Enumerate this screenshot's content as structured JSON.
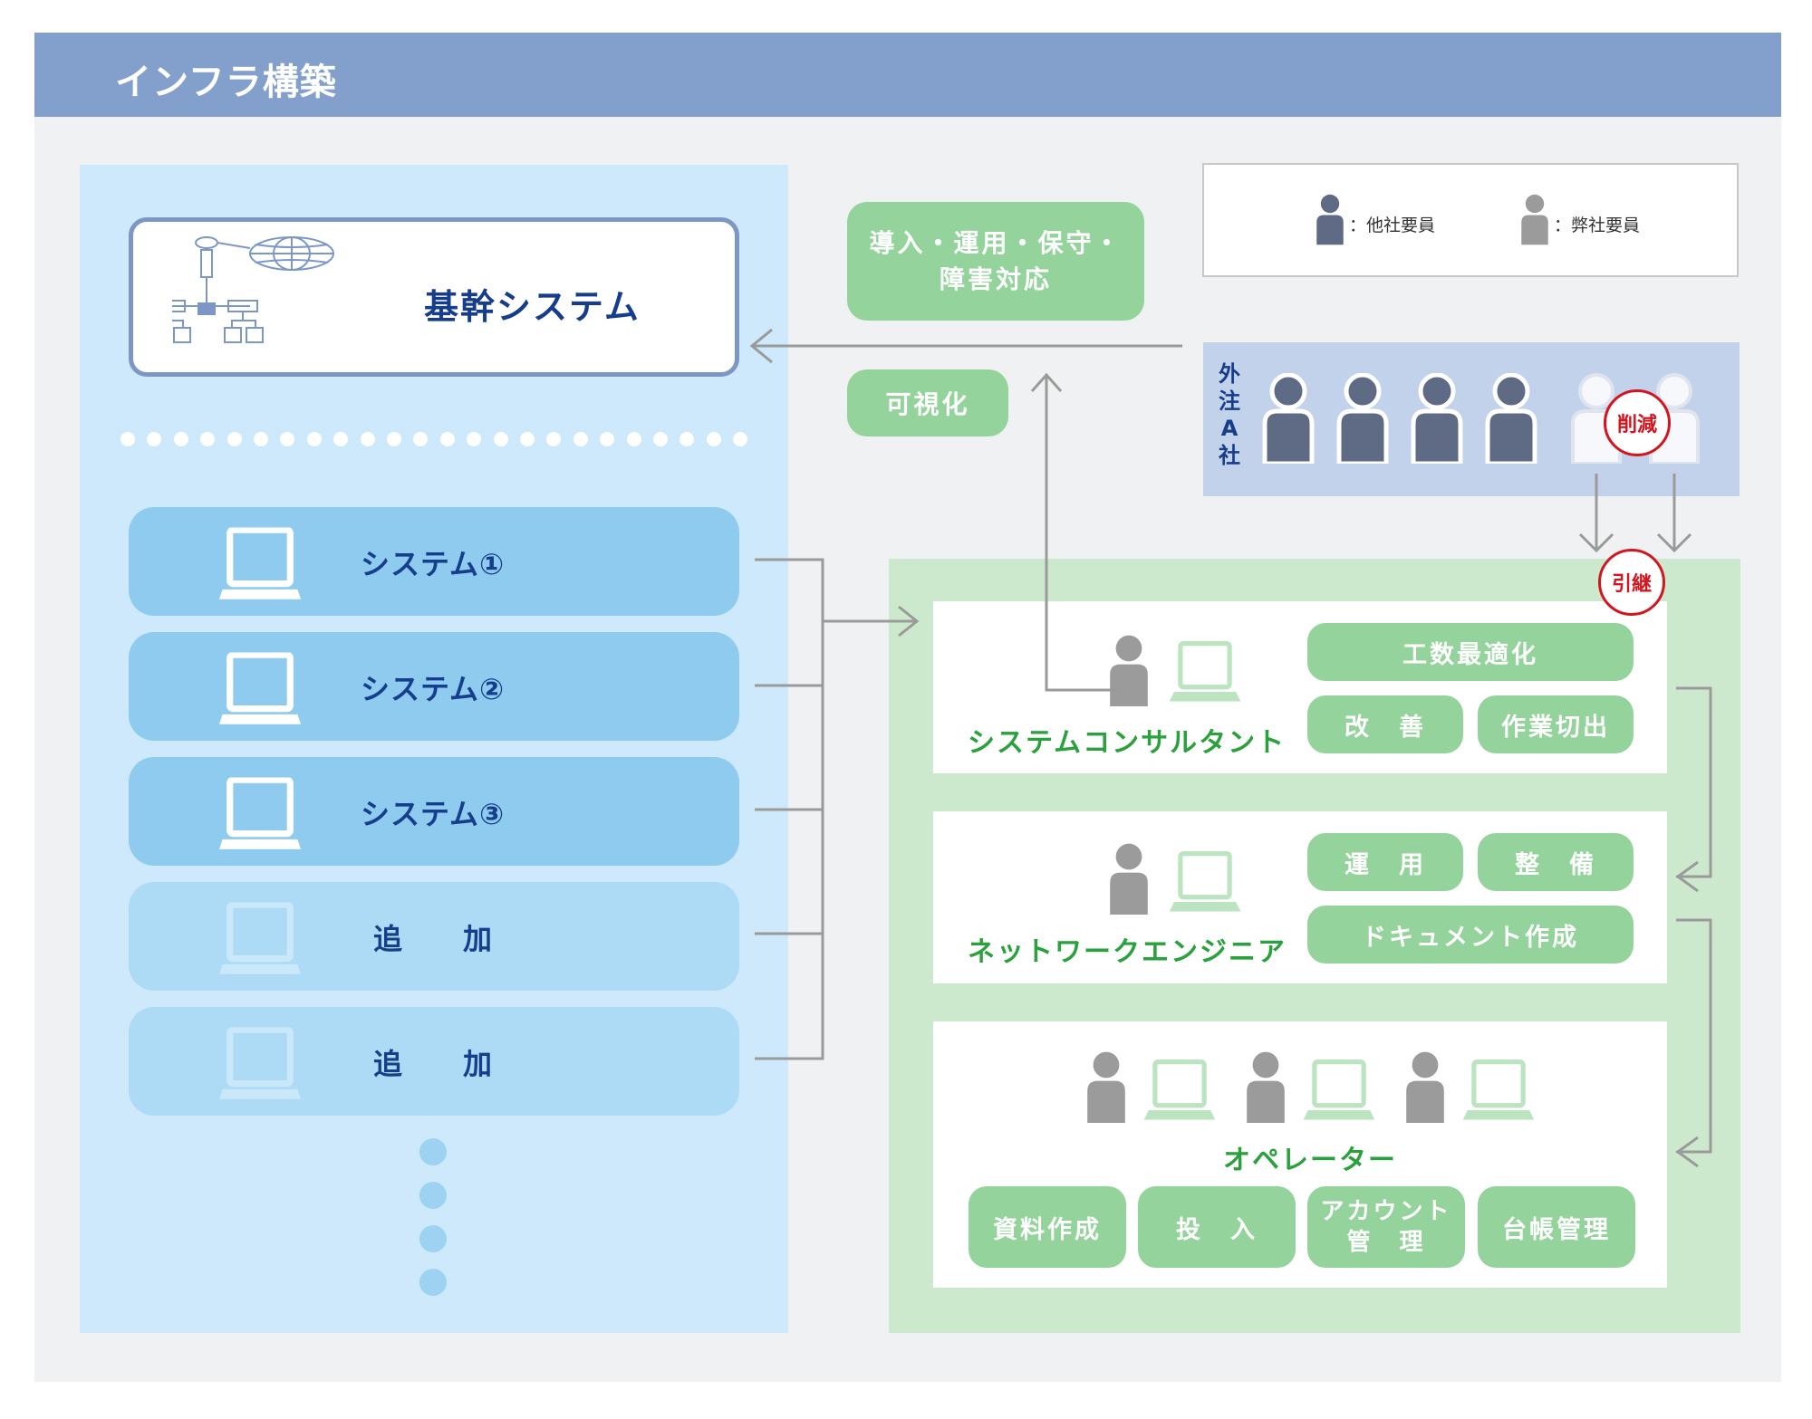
{
  "header": {
    "title": "インフラ構築"
  },
  "core_system": {
    "label": "基幹システム"
  },
  "systems": [
    {
      "label": "システム①",
      "state": "active"
    },
    {
      "label": "システム②",
      "state": "active"
    },
    {
      "label": "システム③",
      "state": "active"
    },
    {
      "label": "追　　加",
      "state": "future"
    },
    {
      "label": "追　　加",
      "state": "future"
    }
  ],
  "services": {
    "operations": "導入・運用・保守・障害対応",
    "operations_lines": [
      "導入・運用・保守・",
      "障害対応"
    ],
    "visualization": "可視化"
  },
  "legend": {
    "other_company": "：他社要員",
    "our_company": "：弊社要員"
  },
  "outsource": {
    "label": "外注A社",
    "label_chars": [
      "外",
      "注",
      "A",
      "社"
    ],
    "reduction_badge": "削減"
  },
  "handover_badge": "引継",
  "roles": {
    "consultant": {
      "label": "システムコンサルタント",
      "tasks": [
        "工数最適化",
        "改　善",
        "作業切出"
      ]
    },
    "network": {
      "label": "ネットワークエンジニア",
      "tasks": [
        "運　用",
        "整　備",
        "ドキュメント作成"
      ]
    },
    "operator": {
      "label": "オペレーター",
      "tasks": [
        "資料作成",
        "投　入",
        "アカウント管　理",
        "台帳管理"
      ],
      "account_lines": [
        "アカウント",
        "管　理"
      ]
    }
  },
  "colors": {
    "header": "#82a0cb",
    "left_panel": "#cde9fb",
    "right_panel": "#cde9cd",
    "green_tag": "#94d39b",
    "role_text": "#2aa13c",
    "system_text": "#153f8c",
    "badge_red": "#d2151e",
    "other_staff": "#5f6b85",
    "our_staff": "#9b9b9b"
  }
}
